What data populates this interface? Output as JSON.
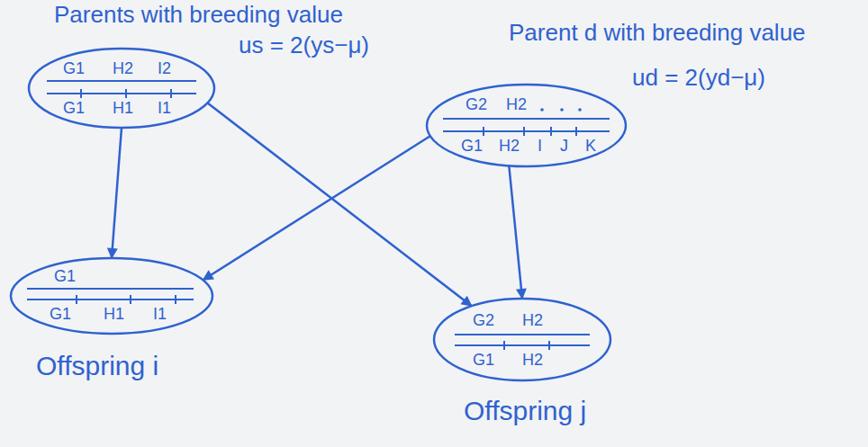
{
  "diagram": {
    "nodes": [
      {
        "text": [
          "Parents with breeding value",
          "us = 2(ys−μ)",
          "G1",
          "H2",
          "I2",
          "G1",
          "H1",
          "I1"
        ]
      },
      {
        "text": [
          "Parent d with breeding value",
          "ud = 2(yd−μ)",
          "G2",
          "H2",
          "G1",
          "H2",
          "I",
          "J",
          "K"
        ]
      },
      {
        "text": [
          "G1",
          "G1",
          "H1",
          "I1",
          "Offspring i"
        ]
      },
      {
        "text": [
          "G2",
          "H2",
          "G1",
          "H2",
          "Offspring j"
        ]
      }
    ],
    "edges": [
      {
        "from": 0,
        "to": 2,
        "arrow": "to"
      },
      {
        "from": 0,
        "to": 3,
        "arrow": "to"
      },
      {
        "from": 1,
        "to": 2,
        "arrow": "to"
      },
      {
        "from": 1,
        "to": 3,
        "arrow": "to"
      }
    ]
  }
}
